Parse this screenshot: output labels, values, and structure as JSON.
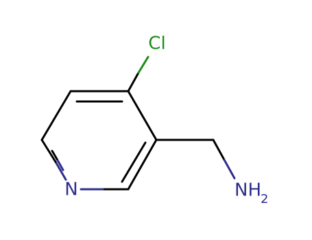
{
  "molecule": {
    "atoms": {
      "chlorine": {
        "label": "Cl",
        "color": "#1a8c1a"
      },
      "ring_nitrogen": {
        "label": "N",
        "color": "#2d2d8c"
      },
      "amine": {
        "label": "NH",
        "subscript": "2",
        "color": "#2d2d8c"
      }
    },
    "bond_color": "#000000"
  }
}
